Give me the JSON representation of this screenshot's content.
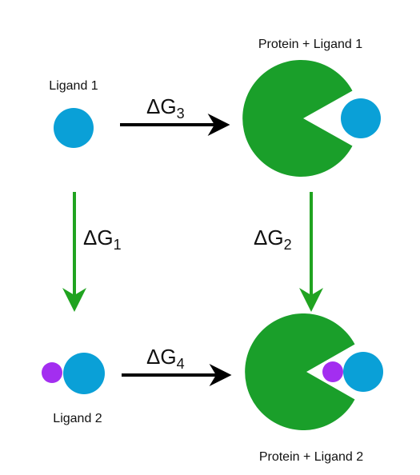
{
  "labels": {
    "ligand1": "Ligand 1",
    "ligand2": "Ligand 2",
    "protein_ligand1": "Protein + Ligand 1",
    "protein_ligand2": "Protein + Ligand 2"
  },
  "delta_g": {
    "symbol": "ΔG",
    "g1": "1",
    "g2": "2",
    "g3": "3",
    "g4": "4"
  },
  "colors": {
    "protein": "#1a9f2a",
    "ligand": "#0aa0d7",
    "ligand2_tag": "#a32ef0",
    "green_arrow": "#20a320",
    "black_arrow": "#000000",
    "background": "#ffffff"
  }
}
